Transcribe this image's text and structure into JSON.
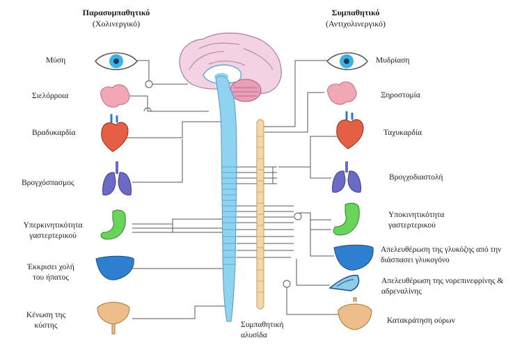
{
  "headers": {
    "parasympathetic": {
      "title": "Παρασυμπαθητικό",
      "subtitle": "(Χολινεργικό)"
    },
    "sympathetic": {
      "title": "Συμπαθητικό",
      "subtitle": "(Αντιχολινεργικό)"
    }
  },
  "parasympathetic_effects": [
    {
      "organ": "eye-icon",
      "label": "Μύση"
    },
    {
      "organ": "salivary-gland-icon",
      "label": "Σιελόρροια"
    },
    {
      "organ": "heart-icon",
      "label": "Βραδυκαρδία"
    },
    {
      "organ": "lungs-icon",
      "label": "Βρογχόσπασμος"
    },
    {
      "organ": "stomach-icon",
      "label": "Υπερκινητικότητα γαστερτερικού"
    },
    {
      "organ": "liver-icon",
      "label": "Έκκρισει χολή του ήπατος"
    },
    {
      "organ": "bladder-icon",
      "label": "Κένωση της κύστης"
    }
  ],
  "sympathetic_effects": [
    {
      "organ": "eye-icon",
      "label": "Μυδρίαση"
    },
    {
      "organ": "salivary-gland-icon",
      "label": "Ξηροστομία"
    },
    {
      "organ": "heart-icon",
      "label": "Ταχυκαρδία"
    },
    {
      "organ": "lungs-icon",
      "label": "Βρογχοδιαστολή"
    },
    {
      "organ": "stomach-icon",
      "label": "Υποκινητικότητα γαστερτερικού"
    },
    {
      "organ": "liver-icon",
      "label": "Απελευθέρωση της γλυκόζης από την διάσπασει γλυκογόνο"
    },
    {
      "organ": "adrenal-gland-icon",
      "label": "Απελευθέρωση της νορεπινεφρίνης & αδρεναλίνης"
    },
    {
      "organ": "bladder-icon",
      "label": "Κατακράτηση ούρων"
    }
  ],
  "chain_label": "Συμπαθητική αλυσίδα",
  "colors": {
    "spine": "#8fd3f0",
    "spine_outline": "#4a9cc9",
    "chain": "#f3d7a8",
    "chain_outline": "#c49a5c",
    "brain": "#f3d2e4",
    "cerebellum": "#e8a0b8",
    "eye_iris": "#3bb3e6",
    "salivary": "#f2a7b5",
    "heart": "#e55f45",
    "heart_dark": "#2f78c9",
    "lungs": "#6b6bc6",
    "stomach": "#69d45a",
    "liver": "#2f7fd0",
    "adrenal": "#8ecde8",
    "bladder": "#edbe8c",
    "line": "#555555"
  }
}
